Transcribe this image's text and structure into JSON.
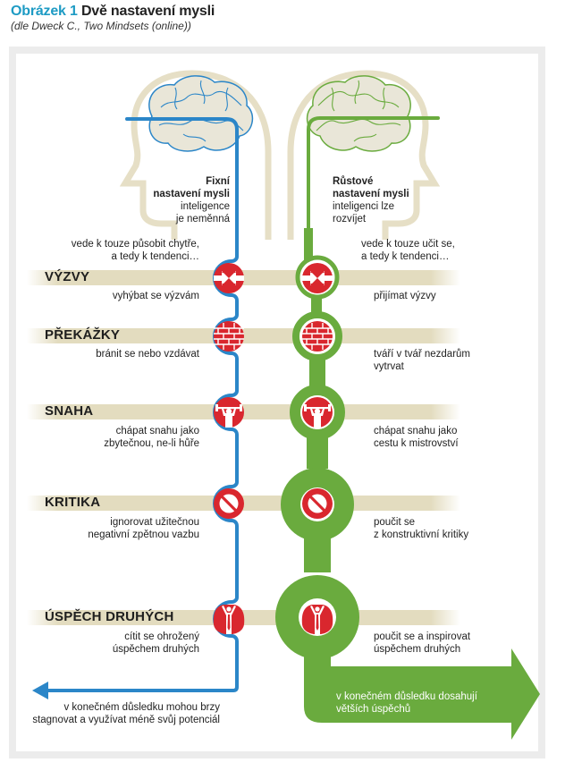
{
  "header": {
    "figure_number": "Obrázek 1",
    "title": "Dvě nastavení mysli",
    "subtitle": "(dle Dweck C., Two Mindsets (online))"
  },
  "colors": {
    "fixed": "#2b86c8",
    "growth": "#6aab3e",
    "icon_red": "#d9272e",
    "band": "#e3dcbf",
    "head_outline": "#e6dfc6",
    "title_accent": "#1e9bc4"
  },
  "fixed": {
    "heading": "Fixní",
    "heading2": "nastavení mysli",
    "desc1": "inteligence",
    "desc2": "je neměnná",
    "lead1": "vede k touze působit chytře,",
    "lead2": "a tedy k tendenci…",
    "outcome1": "v konečném důsledku mohou brzy",
    "outcome2": "stagnovat a využívat méně svůj potenciál"
  },
  "growth": {
    "heading": "Růstové",
    "heading2": "nastavení mysli",
    "desc1": "inteligenci lze",
    "desc2": "rozvíjet",
    "lead1": "vede k touze učit se,",
    "lead2": "a tedy k tendenci…",
    "outcome1": "v konečném důsledku dosahují",
    "outcome2": "větších úspěchů"
  },
  "rows": [
    {
      "label": "VÝZVY",
      "icon": "arrows-inward-icon",
      "fixed": [
        "vyhýbat se výzvám"
      ],
      "growth": [
        "přijímat výzvy"
      ]
    },
    {
      "label": "PŘEKÁŽKY",
      "icon": "brick-wall-icon",
      "fixed": [
        "bránit se nebo vzdávat"
      ],
      "growth": [
        "tváří v tvář nezdarům",
        "vytrvat"
      ]
    },
    {
      "label": "SNAHA",
      "icon": "weightlifter-icon",
      "fixed": [
        "chápat snahu jako",
        "zbytečnou, ne-li hůře"
      ],
      "growth": [
        "chápat snahu jako",
        "cestu k mistrovství"
      ]
    },
    {
      "label": "KRITIKA",
      "icon": "prohibited-icon",
      "fixed": [
        "ignorovat užitečnou",
        "negativní zpětnou vazbu"
      ],
      "growth": [
        "poučit se",
        "z konstruktivní kritiky"
      ]
    },
    {
      "label": "ÚSPĚCH DRUHÝCH",
      "icon": "crowd-person-icon",
      "fixed": [
        "cítit se ohrožený",
        "úspěchem druhých"
      ],
      "growth": [
        "poučit se a inspirovat",
        "úspěchem druhých"
      ]
    }
  ]
}
